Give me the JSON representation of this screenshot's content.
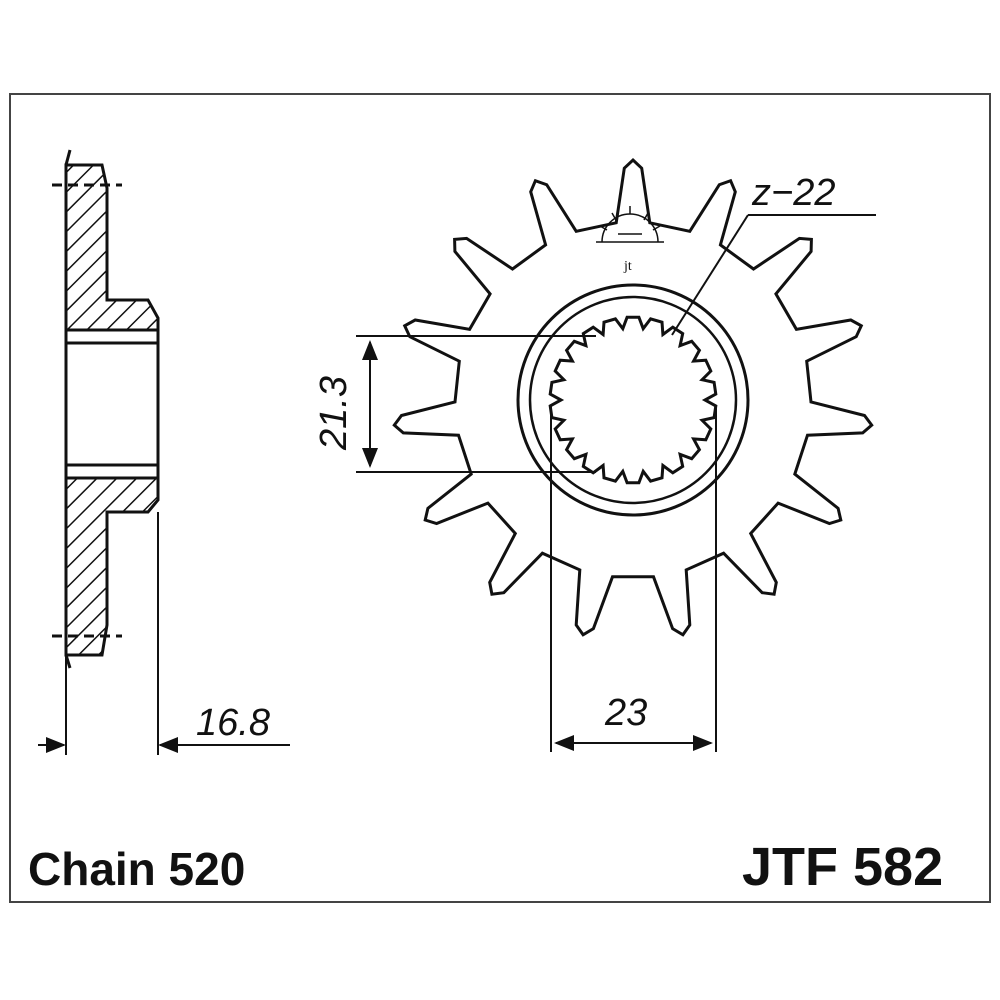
{
  "teeth_label": "z−22",
  "dimensions": {
    "spline_height": "21.3",
    "hub_width": "23",
    "thickness": "16.8"
  },
  "footer": {
    "chain": "Chain 520",
    "part_number": "JTF 582"
  },
  "logo_text": "jt",
  "colors": {
    "line": "#111111",
    "background": "#ffffff",
    "frame": "#444444"
  }
}
